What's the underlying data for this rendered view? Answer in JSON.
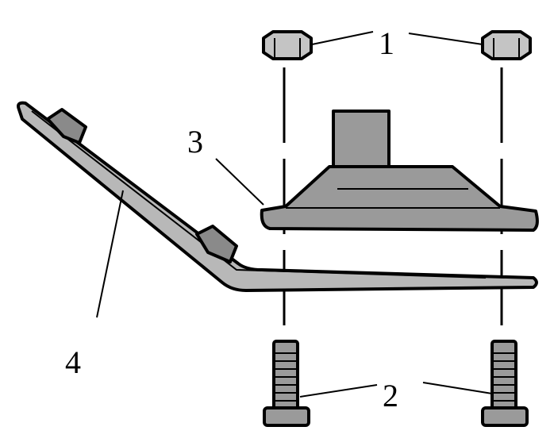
{
  "diagram": {
    "type": "exploded-assembly",
    "labels": {
      "nuts": "1",
      "bolts": "2",
      "mount": "3",
      "bracket": "4"
    },
    "colors": {
      "part_fill": "#9a9a9a",
      "part_light": "#c4c4c4",
      "outline": "#000000",
      "background": "#ffffff"
    }
  }
}
